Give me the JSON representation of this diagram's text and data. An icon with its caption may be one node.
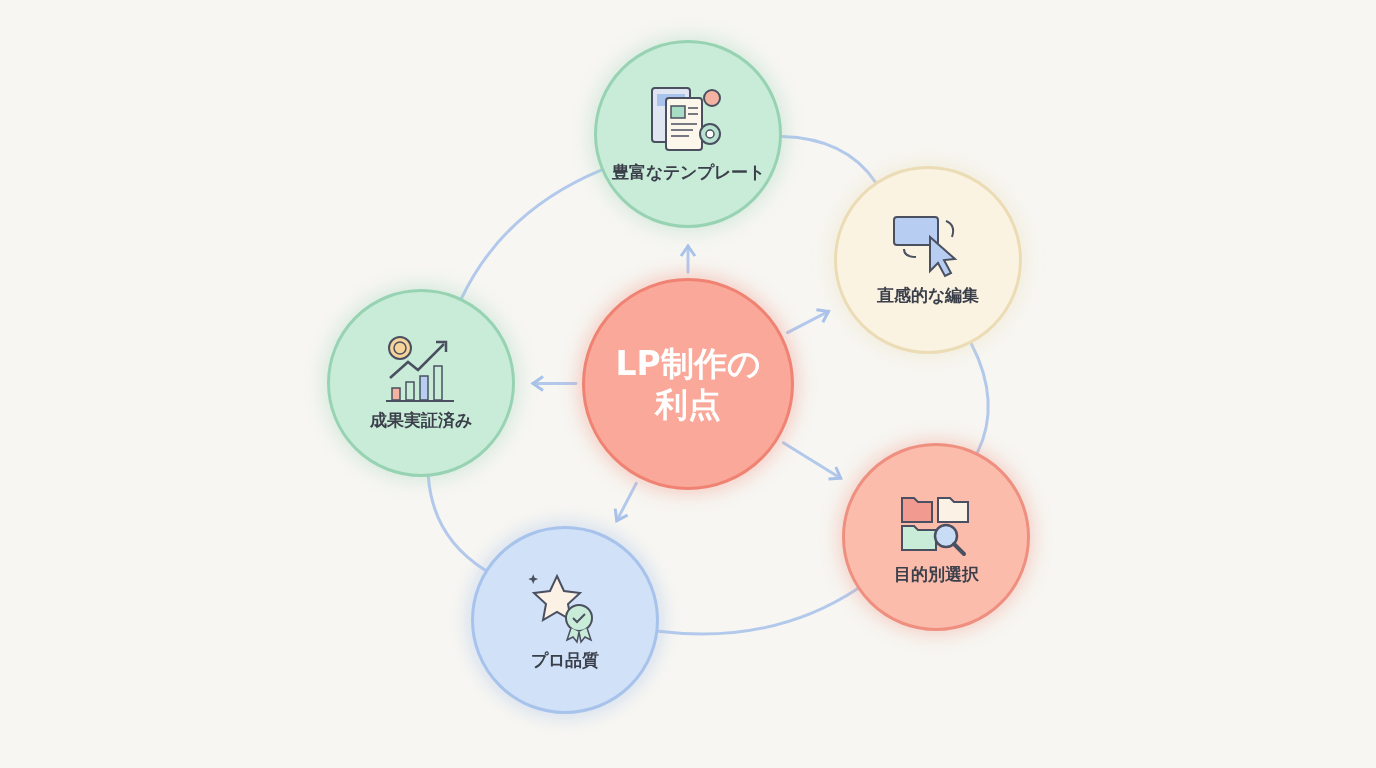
{
  "diagram": {
    "nodes": [
      {
        "text": [
          "LP制作の利点"
        ]
      },
      {
        "text": [
          "豊富なテンプレート"
        ]
      },
      {
        "text": [
          "直感的な編集"
        ]
      },
      {
        "text": [
          "目的別選択"
        ]
      },
      {
        "text": [
          "プロ品質"
        ]
      },
      {
        "text": [
          "成果実証済み"
        ]
      }
    ],
    "edges": [
      {
        "from": 0,
        "to": 1,
        "arrow": "to"
      },
      {
        "from": 0,
        "to": 2,
        "arrow": "to"
      },
      {
        "from": 0,
        "to": 3,
        "arrow": "to"
      },
      {
        "from": 0,
        "to": 4,
        "arrow": "to"
      },
      {
        "from": 0,
        "to": 5,
        "arrow": "to"
      },
      {
        "from": 1,
        "to": 2,
        "arrow": "none"
      },
      {
        "from": 2,
        "to": 3,
        "arrow": "none"
      },
      {
        "from": 3,
        "to": 4,
        "arrow": "none"
      },
      {
        "from": 4,
        "to": 5,
        "arrow": "none"
      },
      {
        "from": 5,
        "to": 1,
        "arrow": "none"
      }
    ]
  }
}
